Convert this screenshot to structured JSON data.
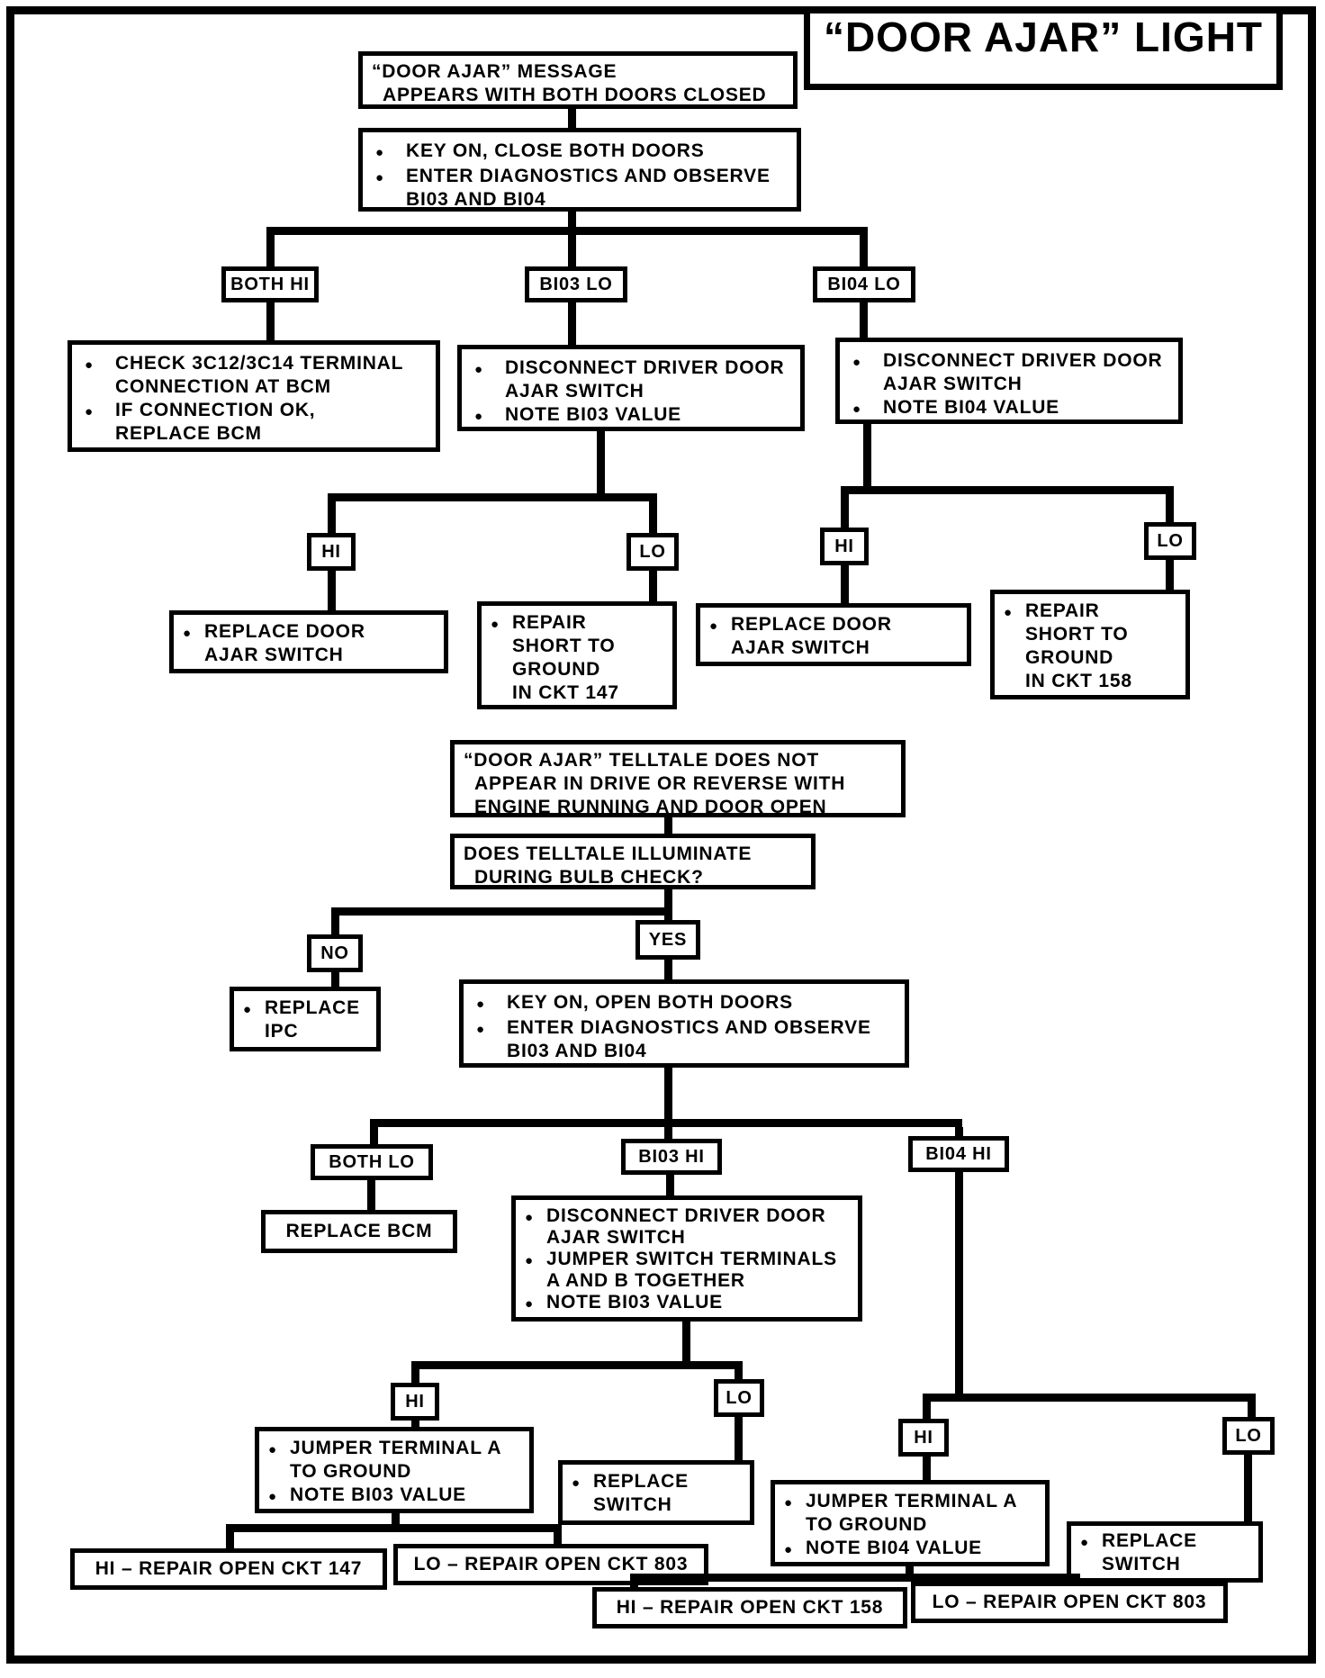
{
  "title": "“DOOR AJAR” LIGHT",
  "colors": {
    "ink": "#000000",
    "paper": "#ffffff"
  },
  "c1": {
    "start": {
      "lines": [
        "“DOOR AJAR” MESSAGE",
        "APPEARS WITH BOTH DOORS CLOSED"
      ]
    },
    "step": {
      "bullets": [
        [
          "KEY ON, CLOSE BOTH DOORS"
        ],
        [
          "ENTER DIAGNOSTICS AND OBSERVE",
          "BI03 AND BI04"
        ]
      ]
    },
    "both_hi": {
      "label": "BOTH HI",
      "action": [
        [
          "CHECK 3C12/3C14 TERMINAL",
          "CONNECTION AT BCM"
        ],
        [
          "IF CONNECTION OK,",
          "REPLACE BCM"
        ]
      ]
    },
    "bi03_lo": {
      "label": "BI03 LO",
      "action": [
        [
          "DISCONNECT DRIVER DOOR",
          "AJAR SWITCH"
        ],
        [
          "NOTE BI03 VALUE"
        ]
      ],
      "hi": {
        "label": "HI",
        "result": [
          [
            "REPLACE DOOR",
            "AJAR SWITCH"
          ]
        ]
      },
      "lo": {
        "label": "LO",
        "result": [
          [
            "REPAIR",
            "SHORT TO",
            "GROUND",
            "IN CKT 147"
          ]
        ]
      }
    },
    "bi04_lo": {
      "label": "BI04 LO",
      "action": [
        [
          "DISCONNECT DRIVER DOOR",
          "AJAR SWITCH"
        ],
        [
          "NOTE BI04 VALUE"
        ]
      ],
      "hi": {
        "label": "HI",
        "result": [
          [
            "REPLACE DOOR",
            "AJAR SWITCH"
          ]
        ]
      },
      "lo": {
        "label": "LO",
        "result": [
          [
            "REPAIR",
            "SHORT TO",
            "GROUND",
            "IN CKT 158"
          ]
        ]
      }
    }
  },
  "c2": {
    "start": {
      "lines": [
        "“DOOR AJAR” TELLTALE DOES NOT",
        "APPEAR IN DRIVE OR REVERSE WITH",
        "ENGINE RUNNING AND DOOR OPEN"
      ]
    },
    "question": {
      "lines": [
        "DOES TELLTALE ILLUMINATE",
        "DURING BULB CHECK?"
      ]
    },
    "no": {
      "label": "NO",
      "result": [
        [
          "REPLACE",
          "IPC"
        ]
      ]
    },
    "yes": {
      "label": "YES",
      "action": [
        [
          "KEY ON, OPEN BOTH DOORS"
        ],
        [
          "ENTER DIAGNOSTICS AND OBSERVE",
          "BI03 AND BI04"
        ]
      ]
    },
    "both_lo": {
      "label": "BOTH LO",
      "result": "REPLACE BCM"
    },
    "bi03_hi": {
      "label": "BI03 HI",
      "action": [
        [
          "DISCONNECT DRIVER DOOR",
          "AJAR SWITCH"
        ],
        [
          "JUMPER SWITCH TERMINALS",
          "A AND B TOGETHER"
        ],
        [
          "NOTE BI03 VALUE"
        ]
      ],
      "hi": {
        "label": "HI",
        "action": [
          [
            "JUMPER TERMINAL A",
            "TO GROUND"
          ],
          [
            "NOTE BI03 VALUE"
          ]
        ],
        "hi_outcome": "HI – REPAIR OPEN CKT 147",
        "lo_outcome": "LO – REPAIR OPEN CKT 803"
      },
      "lo": {
        "label": "LO",
        "result": [
          [
            "REPLACE",
            "SWITCH"
          ]
        ]
      }
    },
    "bi04_hi": {
      "label": "BI04 HI",
      "hi": {
        "label": "HI",
        "action": [
          [
            "JUMPER TERMINAL A",
            "TO GROUND"
          ],
          [
            "NOTE BI04 VALUE"
          ]
        ],
        "hi_outcome": "HI – REPAIR OPEN CKT 158",
        "lo_outcome": "LO – REPAIR OPEN CKT 803"
      },
      "lo": {
        "label": "LO",
        "result": [
          [
            "REPLACE",
            "SWITCH"
          ]
        ]
      }
    }
  }
}
